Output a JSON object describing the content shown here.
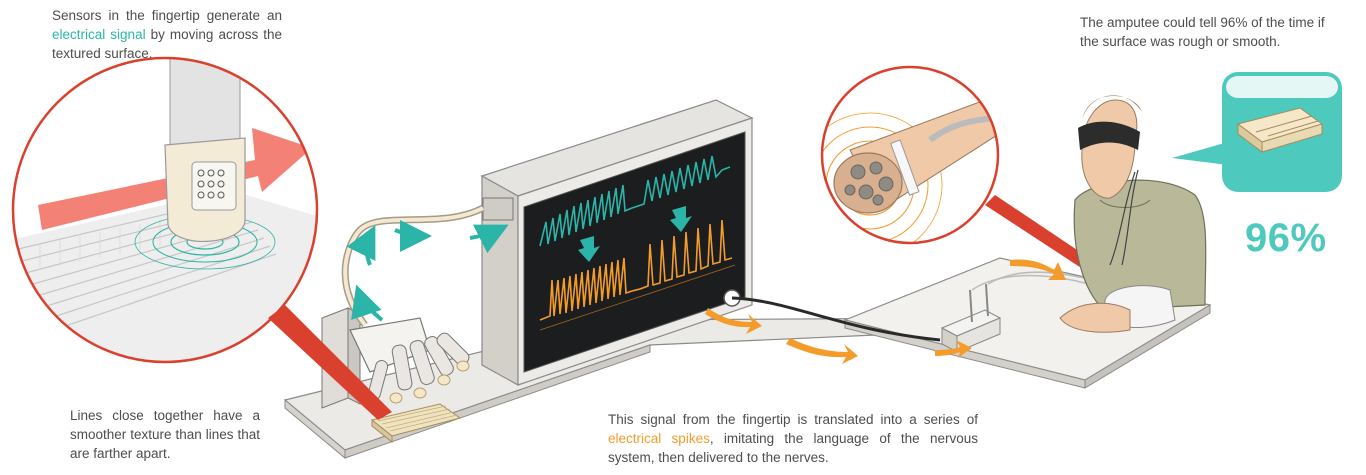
{
  "captions": {
    "sensors": {
      "before": "Sensors in the fingertip generate an ",
      "highlight": "electrical signal",
      "after": " by moving across the textured surface."
    },
    "lines": {
      "text": "Lines close together have a smoother texture than lines that are farther apart."
    },
    "signal": {
      "before": "This signal from the fingertip is translated into a series of ",
      "highlight": "electrical spikes",
      "after": ", imitating the language of the nervous system, then delivered to the nerves."
    },
    "amputee": {
      "text": "The amputee could tell 96% of the time if the surface was rough or smooth."
    }
  },
  "stat": {
    "value": "96%"
  },
  "colors": {
    "teal": "#2bb5a8",
    "orange": "#f39c2c",
    "red": "#d9412e",
    "stat": "#4ec9bd"
  },
  "icons": [
    "ripple-icon",
    "arrow-icon"
  ]
}
